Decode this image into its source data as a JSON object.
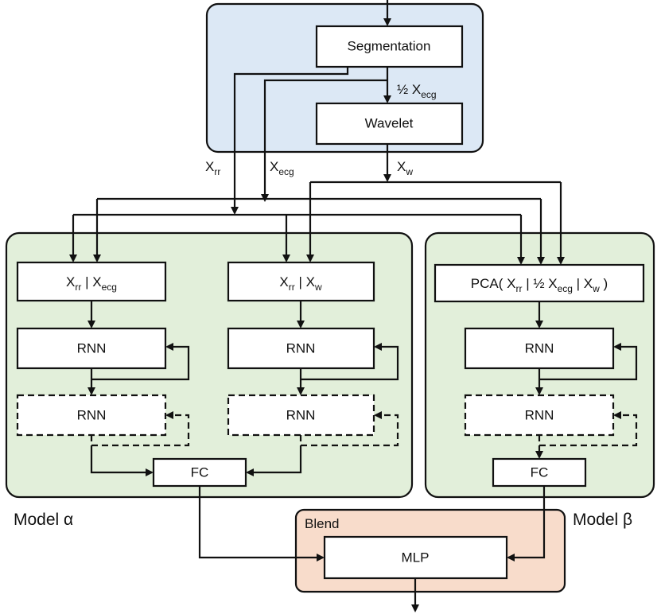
{
  "groups": {
    "preprocessing": {
      "label": ""
    },
    "model_alpha": {
      "label": "Model α"
    },
    "model_beta": {
      "label": "Model β"
    },
    "blend": {
      "label": "Blend"
    }
  },
  "nodes": {
    "segmentation": {
      "label": "Segmentation"
    },
    "wavelet": {
      "label": "Wavelet"
    },
    "alpha_input_1": {
      "parts": [
        [
          "X",
          "rr"
        ],
        [
          " | X",
          "ecg"
        ]
      ]
    },
    "alpha_input_2": {
      "parts": [
        [
          "X",
          "rr"
        ],
        [
          " | X",
          "w"
        ]
      ]
    },
    "beta_input": {
      "parts": [
        [
          "PCA( X",
          "rr"
        ],
        [
          " | ½ X",
          "ecg"
        ],
        [
          " | X",
          "w"
        ],
        [
          " )",
          ""
        ]
      ]
    },
    "rnn": {
      "label": "RNN"
    },
    "fc": {
      "label": "FC"
    },
    "mlp": {
      "label": "MLP"
    }
  },
  "edge_labels": {
    "half_x_ecg": {
      "parts": [
        [
          "½ X",
          "ecg"
        ]
      ]
    },
    "x_rr": {
      "parts": [
        [
          "X",
          "rr"
        ]
      ]
    },
    "x_ecg": {
      "parts": [
        [
          "X",
          "ecg"
        ]
      ]
    },
    "x_w": {
      "parts": [
        [
          "X",
          "w"
        ]
      ]
    }
  },
  "colors": {
    "preprocessing_fill": "#dce8f5",
    "model_fill": "#e2efda",
    "blend_fill": "#f8dccb",
    "node_fill": "#ffffff",
    "stroke": "#111111"
  }
}
